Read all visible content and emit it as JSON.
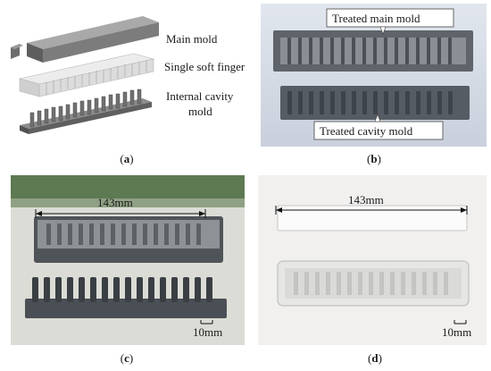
{
  "panels": {
    "a": {
      "caption": "a",
      "labels": {
        "main_mold": "Main mold",
        "single_soft_finger": "Single soft finger",
        "internal_cavity_line1": "Internal cavity",
        "internal_cavity_line2": "mold"
      }
    },
    "b": {
      "caption": "b",
      "labels": {
        "treated_main_mold": "Treated main mold",
        "treated_cavity_mold": "Treated cavity mold"
      }
    },
    "c": {
      "caption": "c",
      "labels": {
        "length": "143mm",
        "scale": "10mm"
      }
    },
    "d": {
      "caption": "d",
      "labels": {
        "length": "143mm",
        "scale": "10mm"
      }
    }
  }
}
